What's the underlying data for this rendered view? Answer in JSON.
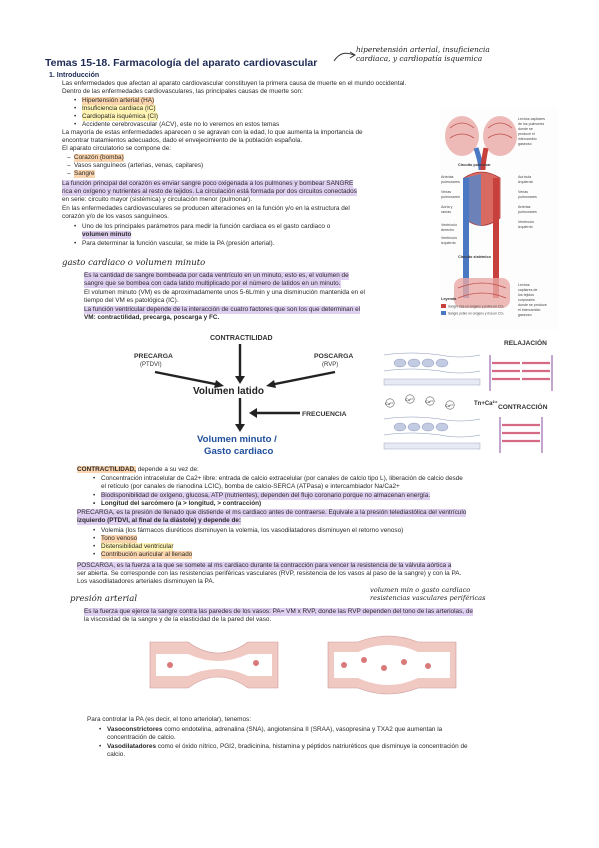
{
  "title": "Temas 15-18. Farmacología del aparato cardiovascular",
  "handnote_title": [
    "hiperetensión arterial, insuficiencia",
    "cardiaca, y cardiopatía isquemica"
  ],
  "section1": {
    "heading": "1.   Introducción",
    "p1": "Las enfermedades que afectan al aparato cardiovascular constituyen la primera causa de muerte en el mundo occidental.",
    "p2": "Dentro de las enfermedades cardiovasculares, las principales causas de muerte son:",
    "causes": [
      "Hipertensión arterial (HA)",
      "Insuficiencia cardiaca (IC)",
      "Cardiopatía isquémica (CI)",
      "Accidente cerebrovascular (ACV), este no lo veremos en estos temas"
    ],
    "p3a": "La mayoría de estas enfermedades aparecen o se agravan con la edad, lo que aumenta la importancia de",
    "p3b": "encontrar tratamientos adecuados, dado el envejecimiento de la población española.",
    "p4": "El aparato circulatorio se compone de:",
    "components": [
      "Corazón (bomba)",
      "Vasos sanguíneos (arterias, venas, capilares)",
      "Sangre"
    ],
    "p5a": "La función principal del corazón es enviar sangre poco oxigenada a los pulmones y bombear SANGRE",
    "p5b": "rica en oxígeno y nutrientes al resto de tejidos. La circulación está formada por dos circuitos conectados",
    "p5c": "en serie: circuito mayor (sistémica) y circulación menor (pulmonar).",
    "p6a": "En las enfermedades cardiovasculares se producen alteraciones en la función y/o en la estructura del",
    "p6b": "corazón y/o de los vasos sanguíneos.",
    "b1a": "Uno de los principales parámetros para medir la función cardiaca es el gasto cardiaco o",
    "b1b": "volumen minuto",
    "b2": "Para determinar la función vascular, se mide la PA (presión arterial)."
  },
  "gasto": {
    "hand_heading": "gasto cardiaco o volumen minuto",
    "l1": "Es la cantidad de sangre bombeada por cada ventrículo en un minuto, esto es, el volumen de",
    "l2": "sangre que se bombea con cada latido multiplicado por el número de latidos en un minuto.",
    "l3": "El volumen minuto (VM) es de aproximadamente unos 5-6L/min y una disminución mantenida en el",
    "l4": "tiempo del VM es patológica (IC).",
    "l5": "La función ventricular depende de la interacción de cuatro factores que son los que determinan el",
    "l6": "VM: contractilidad, precarga, poscarga y FC."
  },
  "heart_figure": {
    "top_right": [
      "Lechos capilares",
      "de los pulmones",
      "donde se",
      "produce el",
      "intercambio",
      "gaseoso"
    ],
    "left_labels": [
      "Arterias",
      "pulmonares",
      "Venas",
      "pulmonares",
      "Aorta y",
      "ramas",
      "Ventrículo",
      "derecho",
      "Ventrículo",
      "izquierdo"
    ],
    "right_labels": [
      "Aurícula",
      "izquierda",
      "Venas",
      "pulmonares",
      "Arterias",
      "pulmonares",
      "Ventrículo",
      "izquierdo"
    ],
    "pulmonary": "Circuito pulmonar",
    "systemic": "Circuito sistémico",
    "legend_title": "Leyenda",
    "legend": [
      "Sangre rica en oxígeno y pobre en CO₂",
      "Sangre pobre en oxígeno y rica en CO₂"
    ],
    "bottom_right": [
      "Lechos",
      "capilares de",
      "los tejidos",
      "corporales",
      "donde se produce",
      "el intercambio",
      "gaseoso"
    ]
  },
  "diagram": {
    "contractilidad": "CONTRACTILIDAD",
    "precarga": "PRECARGA",
    "ptdvi": "(PTDVI)",
    "poscarga": "POSCARGA",
    "rvp": "(RVP)",
    "volumen_latido": "Volumen latido",
    "frecuencia": "FRECUENCIA",
    "vm1": "Volumen minuto /",
    "vm2": "Gasto cardiaco"
  },
  "sarcomere": {
    "relajacion": "RELAJACIÓN",
    "contraccion": "CONTRACCIÓN",
    "ca": "Ca²⁺",
    "tnca": "Tn+Ca²⁺"
  },
  "contractilidad": {
    "lead": "CONTRACTILIDAD,",
    "lead_rest": " depende a su vez de:",
    "i1a": "Concentración intracelular de Ca2+ libre: entrada de calcio extracelular (por canales de calcio tipo L), liberación de calcio desde",
    "i1b": "el retículo (por canales de rianodina LCIC), bomba de calcio-SERCA (ATPasa) e intercambiador Na/Ca2+",
    "i2": "Biodisponibilidad de oxígeno, glucosa, ATP (nutrientes), dependen del flujo coronario porque no almacenan energía.",
    "i3": "Longitud del sarcómero (a > longitud, > contracción)"
  },
  "precarga": {
    "l1": "PRECARGA, es la presión de llenado que distiende el ms cardiaco antes de contraerse. Equivale a la presión telediastólica del ventrículo",
    "l2": "izquierdo (PTDVI, al final de la diástole) y depende de:",
    "items": [
      "Volemia (los fármacos diuréticos disminuyen la volemia, los vasodilatadores disminuyen el retorno venoso)",
      "Tono venoso",
      "Distensibilidad ventricular",
      "Contribución auricular al llenado"
    ]
  },
  "poscarga": {
    "l1": "POSCARGA, es la fuerza a la que se somete al ms cardiaco durante la contracción para vencer la resistencia de la válvula aórtica a",
    "l2": "ser abierta. Se corresponde con las resistencias periféricas vasculares (RVP, resistencia de los vasos al paso de la sangre) y con la PA.",
    "l3": "Los vasodilatadores arteriales disminuyen la PA."
  },
  "presion": {
    "hand_heading": "presión arterial",
    "hand_note1": "volumen min o gasto cardiaco",
    "hand_note2": "resistencias vasculares periféricas",
    "l1": "Es la fuerza que ejerce la sangre contra las paredes de los vasos: PA= VM x RVP, donde las RVP dependen del tono de las arteriolas, de",
    "l2": "la viscosidad de la sangre y de la elasticidad de la pared del vaso."
  },
  "control": {
    "intro": "Para controlar la PA (es decir, el tono arteriolar), tenemos:",
    "vc_label": "Vasoconstrictores",
    "vc_text": " como endotelina, adrenalina (SNA), angiotensina II (SRAA), vasopresina y TXA2 que aumentan la",
    "vc_text2": "concentración de calcio.",
    "vd_label": "Vasodilatadores",
    "vd_text": " como el óxido nítrico, PGI2, bradicinina, histamina y péptidos natriuréticos que disminuye la concentración de",
    "vd_text2": "calcio."
  }
}
